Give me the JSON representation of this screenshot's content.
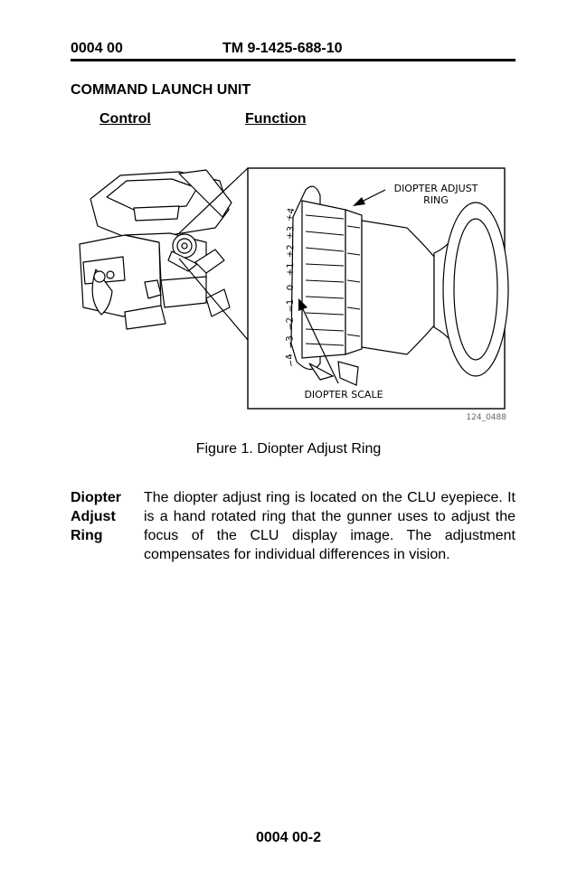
{
  "header": {
    "left": "0004 00",
    "center": "TM 9-1425-688-10"
  },
  "section_title": "COMMAND LAUNCH UNIT",
  "columns": {
    "control": "Control",
    "function": "Function"
  },
  "figure": {
    "callouts": {
      "diopter_adjust_ring_line1": "DIOPTER ADJUST",
      "diopter_adjust_ring_line2": "RING",
      "diopter_scale": "DIOPTER SCALE"
    },
    "scale_marks": [
      "+4",
      "+3",
      "+2",
      "+1",
      "0",
      "−1",
      "−2",
      "−3",
      "−4"
    ],
    "figure_id": "124_0488",
    "caption": "Figure 1.  Diopter Adjust Ring"
  },
  "entry": {
    "label_lines": [
      "Diopter",
      "Adjust",
      "Ring"
    ],
    "text": "The diopter adjust ring is located on the CLU eyepiece. It is a hand rotated ring that the gunner uses to adjust the focus of the CLU display image. The adjustment compensates for individual differences in vision."
  },
  "footer": {
    "page_number": "0004 00-2"
  }
}
